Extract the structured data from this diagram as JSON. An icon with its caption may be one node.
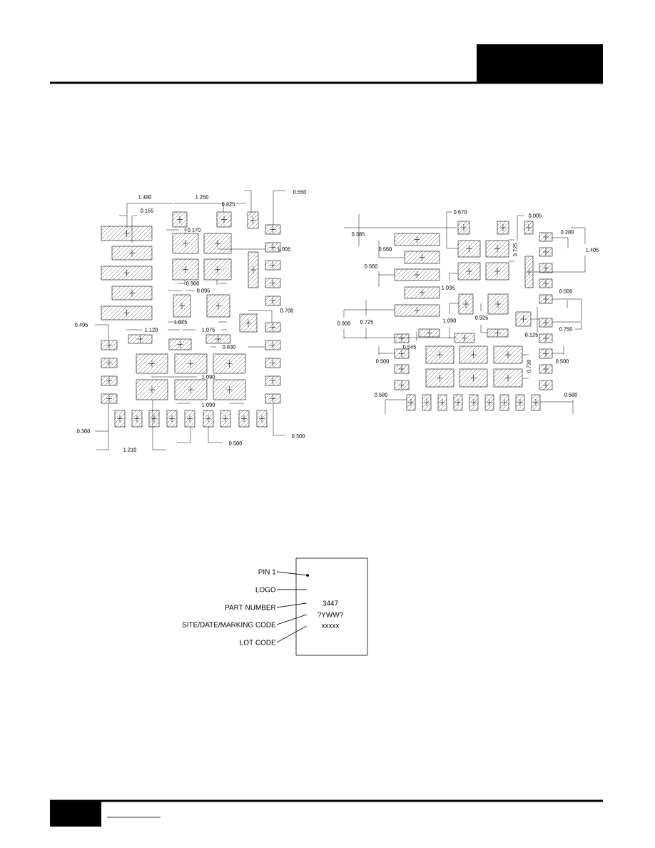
{
  "diagram": {
    "nodes": [
      {
        "text": [
          "PIN 1"
        ]
      },
      {
        "text": [
          "LOGO"
        ]
      },
      {
        "text": [
          "PART NUMBER"
        ]
      },
      {
        "text": [
          "SITE/DATE/MARKING CODE"
        ]
      },
      {
        "text": [
          "LOT CODE"
        ]
      },
      {
        "text": [],
        "shape": "box"
      },
      {
        "text": [],
        "shape": "circle",
        "in": 5
      },
      {
        "text": [
          "3447"
        ],
        "in": 5
      },
      {
        "text": [
          "?YWW?"
        ],
        "in": 5
      },
      {
        "text": [
          "xxxxx"
        ],
        "in": 5
      }
    ],
    "edges": [
      {
        "from": 0,
        "to": 6,
        "arrow": "none"
      },
      {
        "from": 1,
        "to": null,
        "arrow": "none"
      },
      {
        "from": 2,
        "to": 7,
        "arrow": "none"
      },
      {
        "from": 3,
        "to": 8,
        "arrow": "none"
      },
      {
        "from": 4,
        "to": 9,
        "arrow": "none"
      }
    ],
    "labels": [
      "1.480",
      "1.250",
      "0.825",
      "0.550",
      "0.155",
      "0.170",
      "1.005",
      "0.900",
      "0.095",
      "0.700",
      "1.025",
      "0.495",
      "1.120",
      "1.075",
      "0.830",
      "1.090",
      "1.090",
      "0.300",
      "0.300",
      "0.500",
      "1.210",
      "0.670",
      "0.005",
      "0.385",
      "0.280",
      "0.560",
      "1.405",
      "0.560",
      "0.725",
      "1.035",
      "0.500",
      "0.900",
      "0.725",
      "1.090",
      "0.925",
      "0.750",
      "0.125",
      "0.545",
      "0.500",
      "0.730",
      "0.500",
      "0.580",
      "0.580"
    ]
  }
}
